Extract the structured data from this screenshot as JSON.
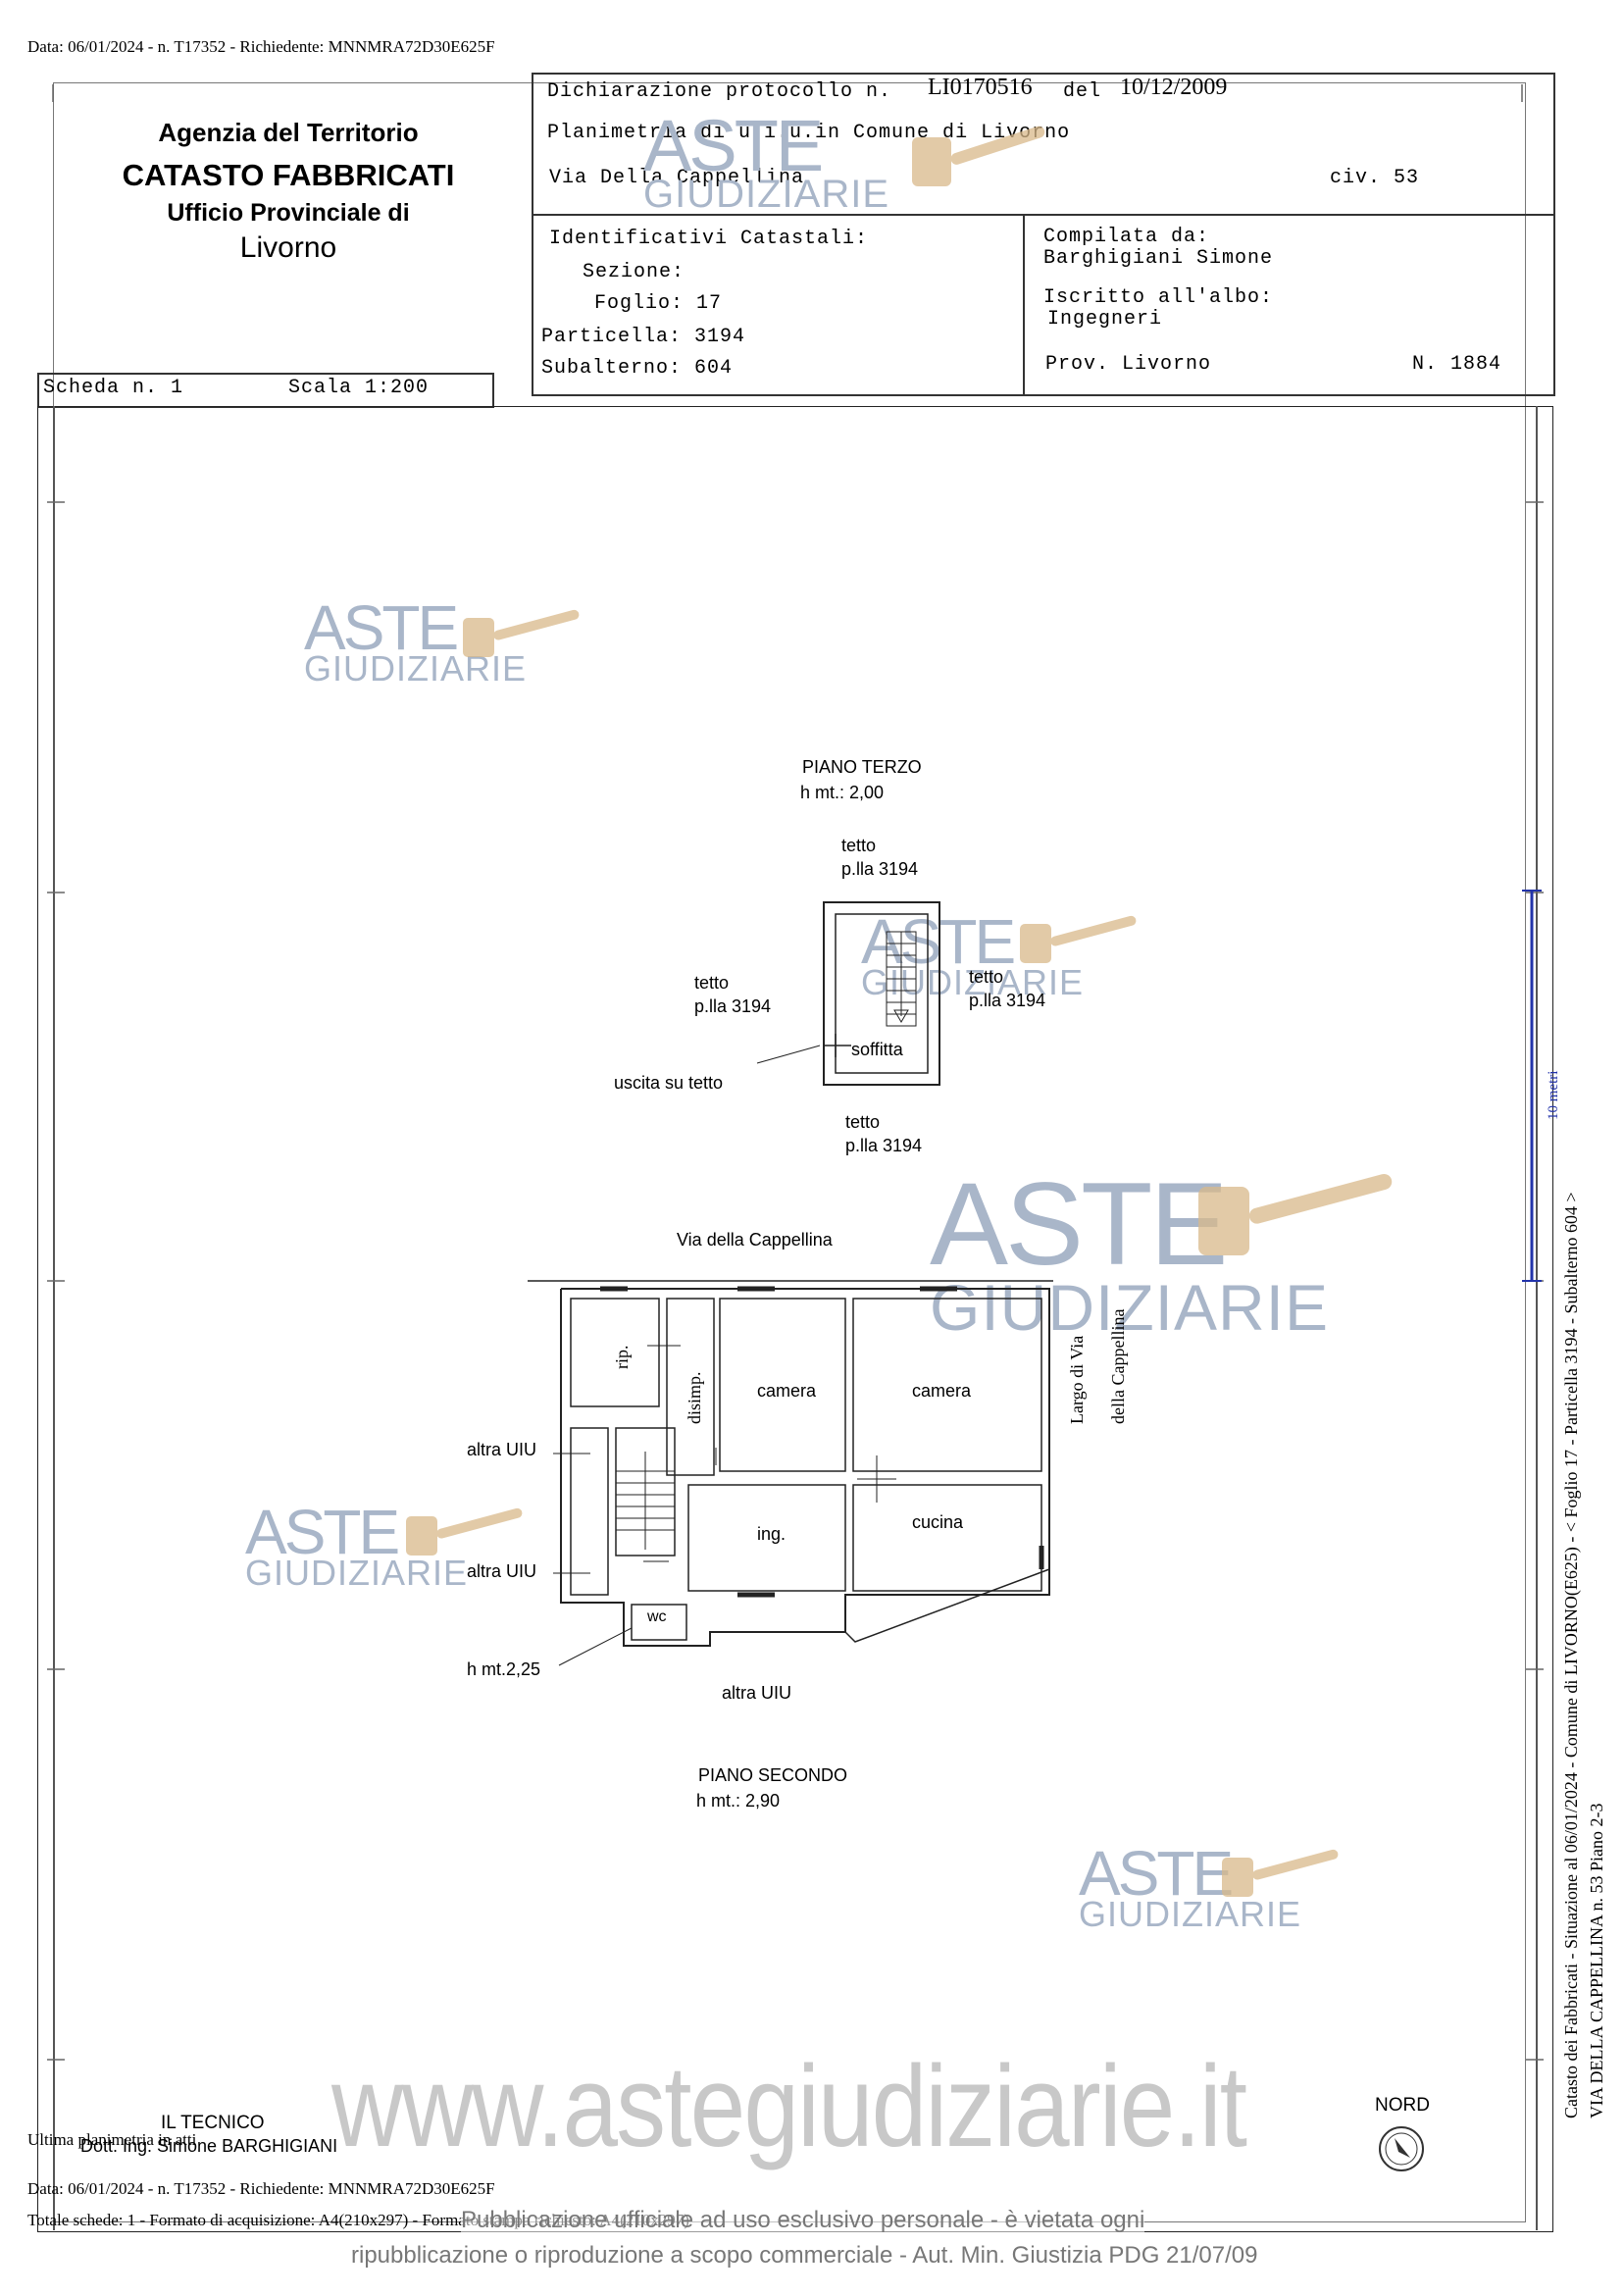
{
  "top_line": "Data: 06/01/2024 - n. T17352 - Richiedente: MNNMRA72D30E625F",
  "left_header": {
    "agency": "Agenzia del Territorio",
    "catasto": "CATASTO FABBRICATI",
    "ufficio": "Ufficio Provinciale di",
    "city": "Livorno"
  },
  "scheda": {
    "label": "Scheda n. 1",
    "scale": "Scala 1:200"
  },
  "right_header": {
    "declaration_prefix": "Dichiarazione protocollo n.",
    "protocol": "LI0170516",
    "date_prefix": "del",
    "date": "10/12/2009",
    "planimetria": "Planimetria di u.i.u.in Comune di Livorno",
    "street": "Via Della Cappellina",
    "civ": "civ. 53",
    "identificativi": "Identificativi Catastali:",
    "sezione": "Sezione:",
    "foglio": "Foglio: 17",
    "particella": "Particella: 3194",
    "subalterno": "Subalterno: 604",
    "compilata": "Compilata da:",
    "compilatore": "Barghigiani Simone",
    "iscritto": "Iscritto all'albo:",
    "albo": "Ingegneri",
    "prov": "Prov. Livorno",
    "numero": "N. 1884"
  },
  "watermark": {
    "aste": "ASTE",
    "giudiziarie": "GIUDIZIARIE"
  },
  "plan_terzo": {
    "title": "PIANO TERZO",
    "height": "h mt.: 2,00",
    "tetto_top": "tetto",
    "pl_top": "p.lla 3194",
    "tetto_left": "tetto",
    "pl_left": "p.lla 3194",
    "tetto_right": "tetto",
    "pl_right": "p.lla 3194",
    "soffitta": "soffitta",
    "uscita": "uscita su tetto",
    "tetto_bottom": "tetto",
    "pl_bottom": "p.lla 3194"
  },
  "plan_secondo": {
    "street": "Via della Cappellina",
    "largo_1": "Largo di Via",
    "largo_2": "della Cappellina",
    "rip": "rip.",
    "disimp": "disimp.",
    "camera1": "camera",
    "camera2": "camera",
    "ing": "ing.",
    "cucina": "cucina",
    "wc": "wc",
    "altra1": "altra UIU",
    "altra2": "altra UIU",
    "altra3": "altra UIU",
    "hwc": "h mt.2,25",
    "title": "PIANO SECONDO",
    "height": "h mt.: 2,90"
  },
  "side_text": {
    "line1": "Catasto dei Fabbricati - Situazione al 06/01/2024 - Comune di LIVORNO(E625) - < Foglio 17 - Particella 3194 - Subalterno 604 >",
    "line2": "VIA DELLA CAPPELLINA n. 53 Piano 2-3",
    "ruler": "10 metri"
  },
  "footer": {
    "tecnico": "IL TECNICO",
    "ultima": "Ultima planimetria in atti",
    "dott": "Dott. Ing. Simone BARGHIGIANI",
    "data": "Data: 06/01/2024 - n. T17352 - Richiedente: MNNMRA72D30E625F",
    "totale": "Totale schede: 1 - Formato di acquisizione: A4(210x297) - Formato stampa richiesto: A4(210x297)",
    "nord": "NORD",
    "url": "www.astegiudiziarie.it",
    "pub1": "Pubblicazione ufficiale ad uso esclusivo personale - è vietata ogni",
    "pub2": "ripubblicazione o riproduzione a scopo commerciale - Aut. Min. Giustizia PDG 21/07/09"
  }
}
